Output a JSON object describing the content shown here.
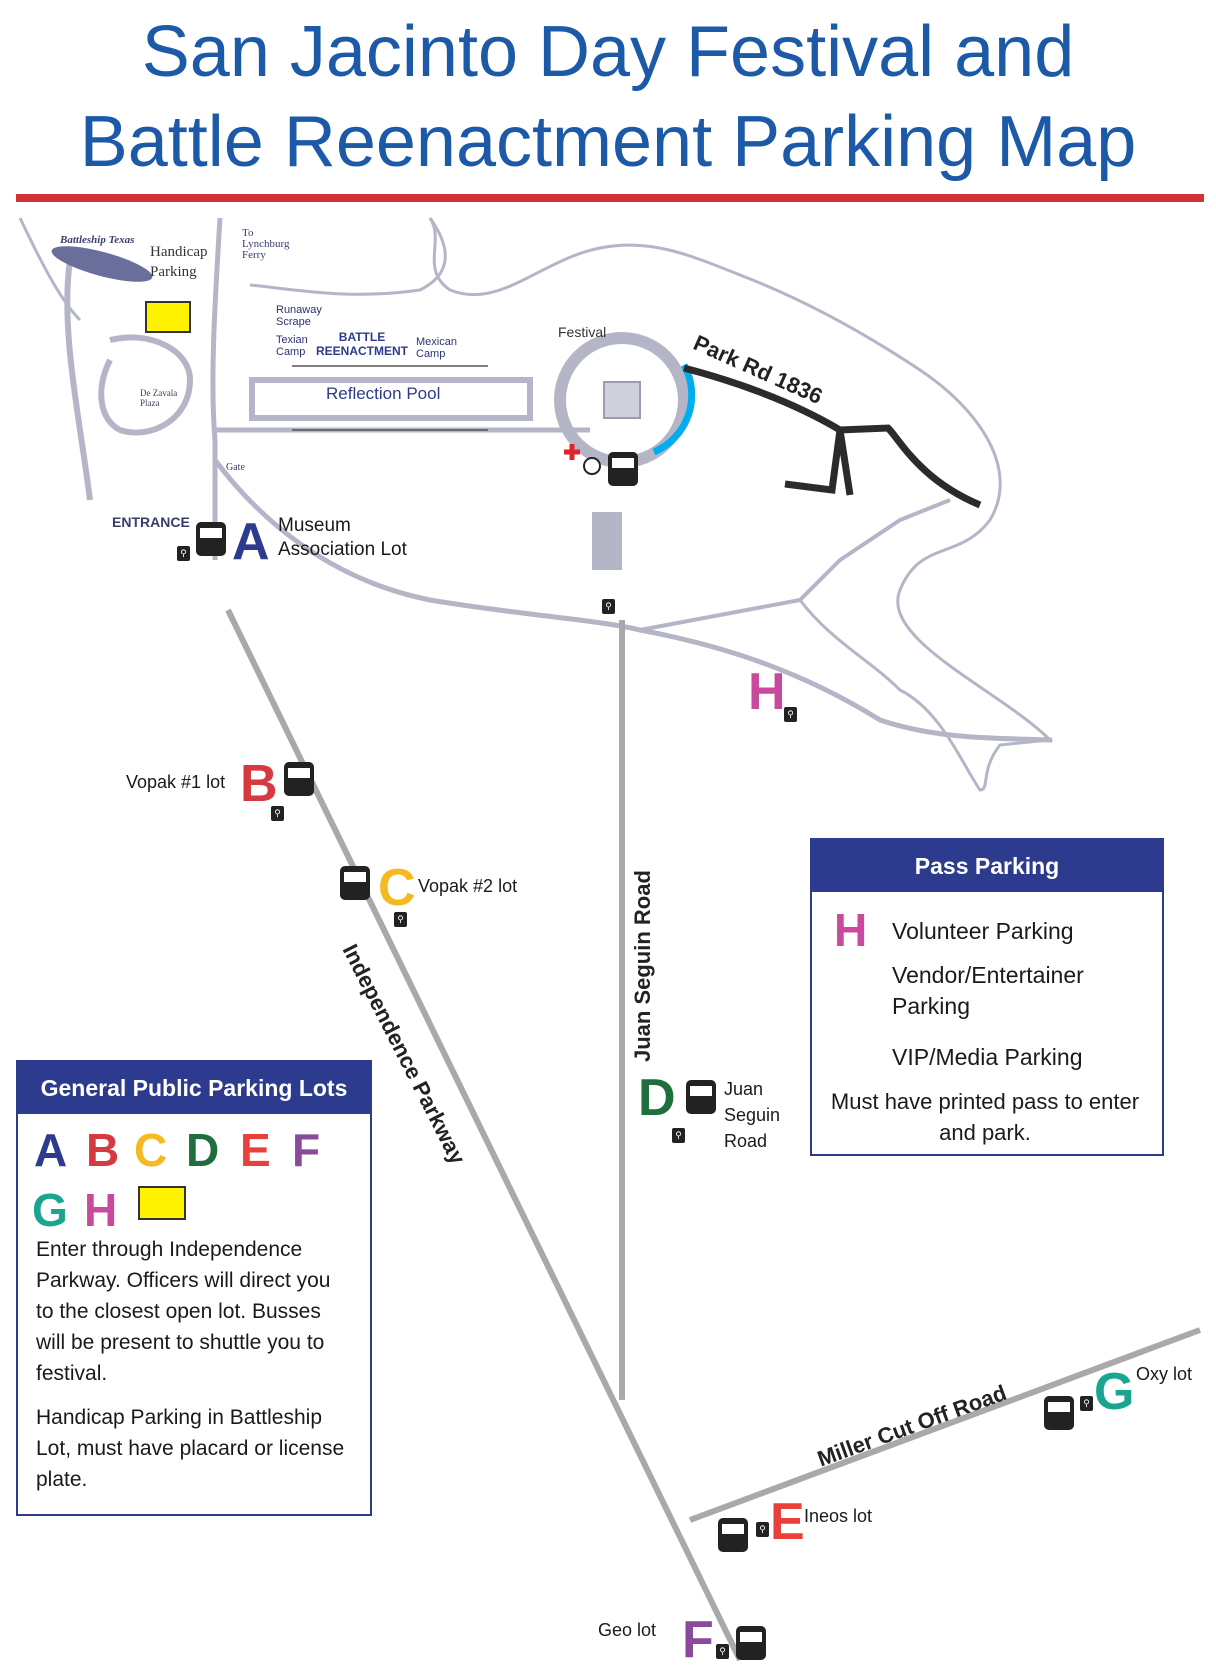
{
  "title": {
    "line1": "San Jacinto Day Festival and",
    "line2": "Battle Reenactment Parking Map"
  },
  "colors": {
    "title_blue": "#1c5aa8",
    "rule_red": "#d03238",
    "road_gray": "#b4b6c8",
    "highway_gray": "#a9a9a9",
    "box_navy": "#2c3b8d",
    "A": "#2c3b8d",
    "B": "#d43a3f",
    "C": "#f5b921",
    "D": "#1f6e3d",
    "E": "#e8413b",
    "F": "#8a4a9b",
    "G": "#1aa58e",
    "H": "#c94a9c",
    "handicap_yellow": "#fff200",
    "vip_blue": "#00aeef",
    "vendor_black": "#2b2b2b"
  },
  "map_labels": {
    "battleship_texas": "Battleship Texas",
    "handicap_parking": "Handicap Parking",
    "to_lynchburg": "To Lynchburg Ferry",
    "de_zavala_plaza": "De Zavala Plaza",
    "gate": "Gate",
    "entrance": "ENTRANCE",
    "runaway_scrape": "Runaway Scrape",
    "texian_camp": "Texian Camp",
    "battle_reenactment": "BATTLE REENACTMENT",
    "mexican_camp": "Mexican Camp",
    "reflection_pool": "Reflection Pool",
    "festival": "Festival",
    "park_rd": "Park Rd 1836"
  },
  "roads": {
    "independence": "Independence Parkway",
    "juan_seguin": "Juan Seguin Road",
    "miller": "Miller Cut Off Road"
  },
  "lots": {
    "A": {
      "letter": "A",
      "label": "Museum Association Lot"
    },
    "B": {
      "letter": "B",
      "label": "Vopak #1 lot"
    },
    "C": {
      "letter": "C",
      "label": "Vopak #2 lot"
    },
    "D": {
      "letter": "D",
      "label": "Juan Seguin Road"
    },
    "E": {
      "letter": "E",
      "label": "Ineos lot"
    },
    "F": {
      "letter": "F",
      "label": "Geo lot"
    },
    "G": {
      "letter": "G",
      "label": "Oxy lot"
    },
    "H": {
      "letter": "H"
    }
  },
  "pass_parking": {
    "heading": "Pass Parking",
    "volunteer_letter": "H",
    "volunteer": "Volunteer Parking",
    "vendor": "Vendor/Entertainer Parking",
    "vip": "VIP/Media Parking",
    "note": "Must have printed pass to enter and park."
  },
  "general_public": {
    "heading": "General Public Parking Lots",
    "letters_row1": [
      "A",
      "B",
      "C",
      "D",
      "E",
      "F"
    ],
    "letters_row2": [
      "G",
      "H"
    ],
    "text1": "Enter through Independence Parkway. Officers will direct you to the closest open lot. Busses will be present to shuttle you to festival.",
    "text2": "Handicap Parking in Battleship Lot, must have placard or license plate."
  }
}
